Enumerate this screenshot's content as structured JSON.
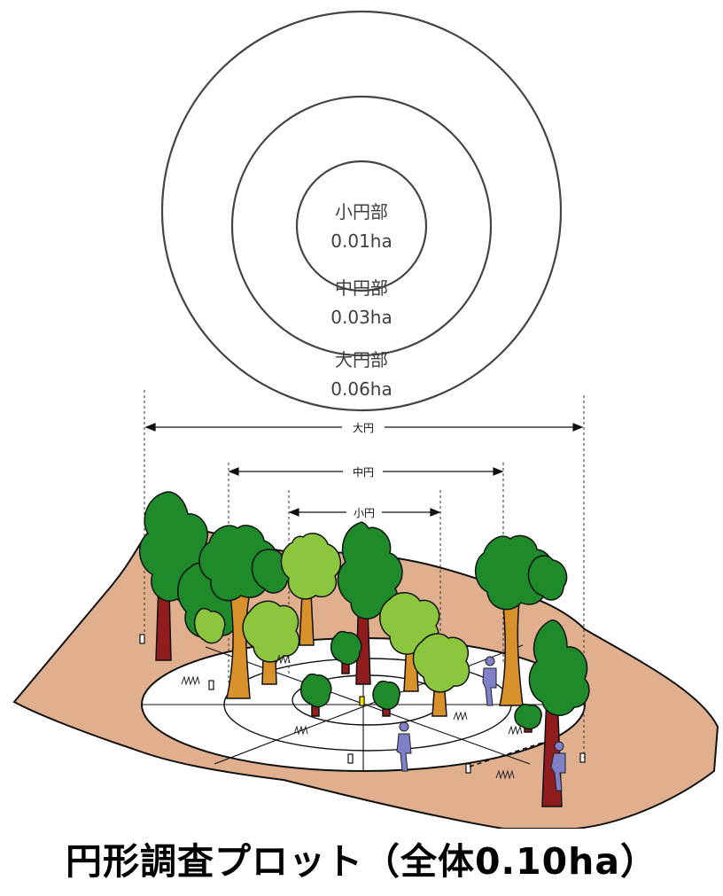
{
  "rings": [
    {
      "name": "小円部",
      "area": "0.01ha"
    },
    {
      "name": "中円部",
      "area": "0.03ha"
    },
    {
      "name": "大円部",
      "area": "0.06ha"
    }
  ],
  "dimensions": {
    "large": "大円",
    "medium": "中円",
    "small": "小円"
  },
  "caption": "円形調査プロット（全体0.10ha）",
  "colors": {
    "ground": "#dfaf8e",
    "plot": "#ffffff",
    "dark_foliage": "#1f8a29",
    "light_foliage": "#8cc63f",
    "dark_trunk": "#8f1d1d",
    "light_trunk": "#d9912b",
    "surveyor": "#8080c8"
  }
}
